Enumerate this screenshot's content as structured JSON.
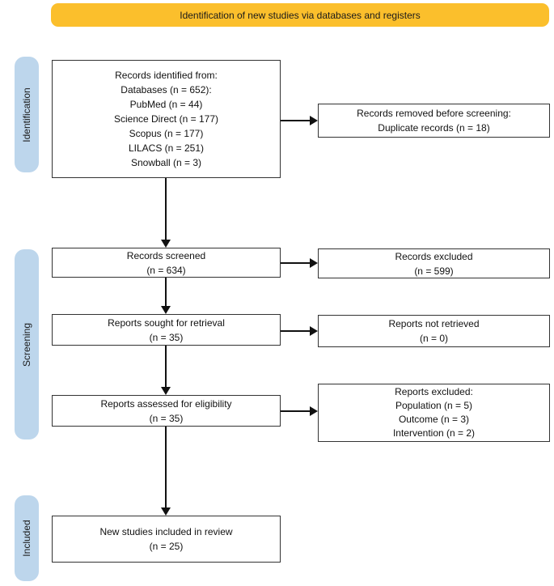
{
  "banner": {
    "label": "Identification of new studies via databases and registers"
  },
  "colors": {
    "banner_bg": "#FBBF2C",
    "stage_bg": "#BDD6EC",
    "box_border": "#333333",
    "arrow": "#111111"
  },
  "stages": {
    "identification": "Identification",
    "screening": "Screening",
    "included": "Included"
  },
  "boxes": {
    "records_identified": {
      "lines": [
        "Records identified from:",
        "Databases (n = 652):",
        "PubMed (n = 44)",
        "Science Direct (n = 177)",
        "Scopus (n = 177)",
        "LILACS (n = 251)",
        "Snowball (n = 3)"
      ]
    },
    "records_removed": {
      "lines": [
        "Records removed before screening:",
        "Duplicate records (n = 18)"
      ]
    },
    "records_screened": {
      "lines": [
        "Records screened",
        "(n = 634)"
      ]
    },
    "records_excluded": {
      "lines": [
        "Records excluded",
        "(n = 599)"
      ]
    },
    "reports_sought": {
      "lines": [
        "Reports sought for retrieval",
        "(n = 35)"
      ]
    },
    "reports_not_retrieved": {
      "lines": [
        "Reports not retrieved",
        "(n = 0)"
      ]
    },
    "reports_assessed": {
      "lines": [
        "Reports assessed for eligibility",
        "(n = 35)"
      ]
    },
    "reports_excluded": {
      "lines": [
        "Reports excluded:",
        "Population (n = 5)",
        "Outcome (n = 3)",
        "Intervention (n = 2)"
      ]
    },
    "new_studies_included": {
      "lines": [
        "New studies included in review",
        "(n = 25)"
      ]
    }
  }
}
